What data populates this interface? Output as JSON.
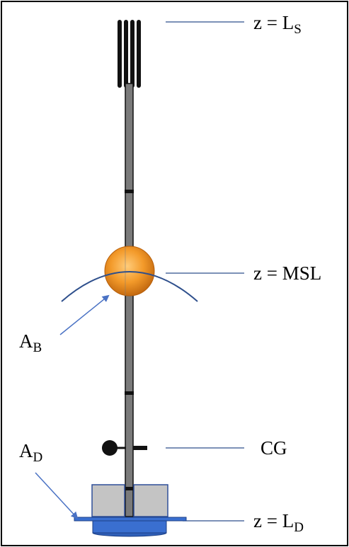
{
  "labels": {
    "surface": {
      "main": "z = L",
      "sub": "S"
    },
    "msl": {
      "main": "z = MSL"
    },
    "cg": {
      "main": "CG"
    },
    "drag": {
      "main": "z = L",
      "sub": "D"
    },
    "buoy_area": {
      "main": "A",
      "sub": "B"
    },
    "drag_area": {
      "main": "A",
      "sub": "D"
    }
  },
  "colors": {
    "frame": "#000000",
    "pole": "#7a7a7a",
    "float_orange": "#f39a2a",
    "waterline": "#2e4f8c",
    "arrow": "#4a72c4",
    "drag_plate": "#3a6fd0",
    "ballast": "#c4c4c4",
    "ballast_edge": "#2f4f99"
  }
}
